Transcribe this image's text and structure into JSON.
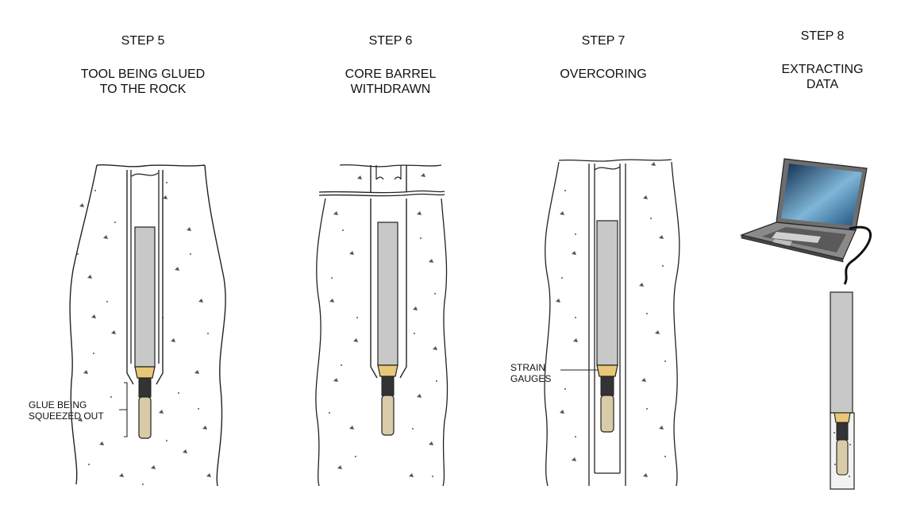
{
  "steps": [
    {
      "number": "STEP 5",
      "caption_lines": [
        "TOOL BEING GLUED",
        "TO THE ROCK"
      ]
    },
    {
      "number": "STEP 6",
      "caption_lines": [
        "CORE BARREL",
        "WITHDRAWN"
      ]
    },
    {
      "number": "STEP 7",
      "caption_lines": [
        "OVERCORING"
      ]
    },
    {
      "number": "STEP 8",
      "caption_lines": [
        "EXTRACTING",
        "DATA"
      ]
    }
  ],
  "annotations": {
    "glue": [
      "GLUE BEING",
      "SQUEEZED OUT"
    ],
    "gauges": [
      "STRAIN",
      "GAUGES"
    ]
  },
  "colors": {
    "tool_body": "#c8c8c8",
    "tool_tip": "#d8cba8",
    "gauge_band": "#e8c878",
    "rock_dots": "#555555",
    "screen_dark": "#0e2a4a",
    "screen_light": "#7fb6d8",
    "laptop_body": "#8a8a8a"
  },
  "icons": [
    "laptop-icon",
    "data-cable-icon"
  ]
}
